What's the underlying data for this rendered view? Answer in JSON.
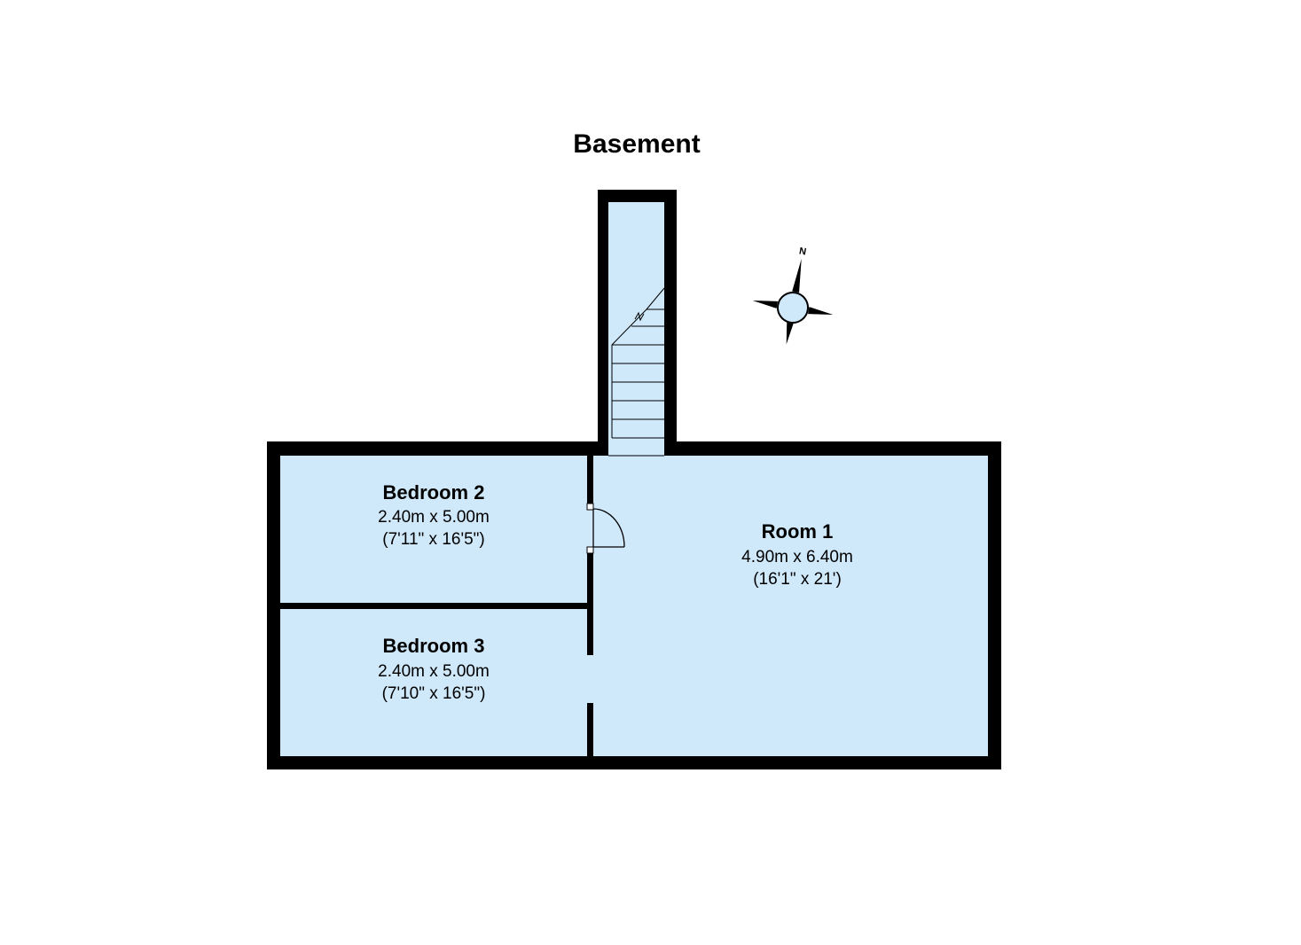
{
  "floor": {
    "title": "Basement"
  },
  "colors": {
    "room_fill": "#cfe8fa",
    "wall": "#000000",
    "background": "#ffffff"
  },
  "rooms": [
    {
      "name": "Bedroom 2",
      "metric": "2.40m x 5.00m",
      "imperial": "(7'11\" x 16'5\")"
    },
    {
      "name": "Bedroom 3",
      "metric": "2.40m x 5.00m",
      "imperial": "(7'10\" x 16'5\")"
    },
    {
      "name": "Room 1",
      "metric": "4.90m x 6.40m",
      "imperial": "(16'1\" x 21')"
    }
  ],
  "compass": {
    "north_label": "N",
    "icon": "compass-rose-icon"
  },
  "stairs": {
    "direction_label": "N",
    "icon": "staircase-icon"
  }
}
